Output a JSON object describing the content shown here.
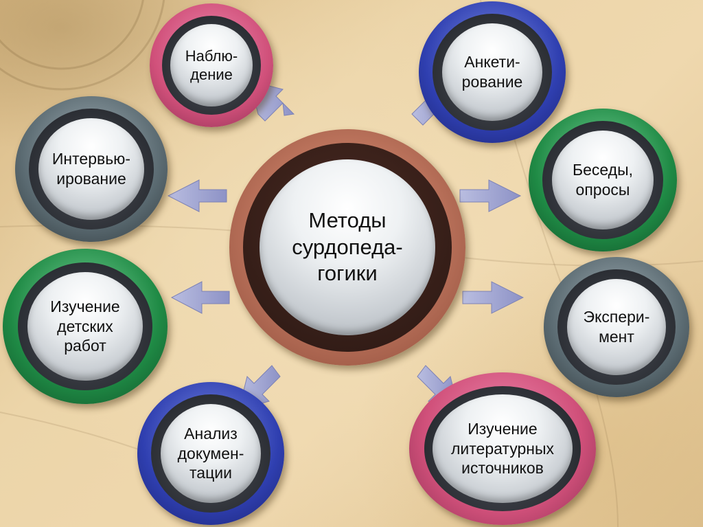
{
  "center": {
    "label": "Методы\nсурдопеда-\nгогики"
  },
  "nodes": [
    {
      "id": "nabludenie",
      "label": "Наблю-\nдение",
      "ring_color": "#d0507a"
    },
    {
      "id": "anketirovanie",
      "label": "Анкети-\nрование",
      "ring_color": "#2f3fb0"
    },
    {
      "id": "intervyuirovanie",
      "label": "Интервью-\nирование",
      "ring_color": "#5b6b72"
    },
    {
      "id": "besedy",
      "label": "Беседы,\nопросы",
      "ring_color": "#1f8a45"
    },
    {
      "id": "izuchenie-rabot",
      "label": "Изучение\nдетских\nработ",
      "ring_color": "#1f8a45"
    },
    {
      "id": "eksperiment",
      "label": "Экспери-\nмент",
      "ring_color": "#5b6b72"
    },
    {
      "id": "analiz",
      "label": "Анализ\nдокумен-\nтации",
      "ring_color": "#2f3fb0"
    },
    {
      "id": "izuchenie-istochnikov",
      "label": "Изучение\nлитературных\nисточников",
      "ring_color": "#d0507a"
    }
  ]
}
